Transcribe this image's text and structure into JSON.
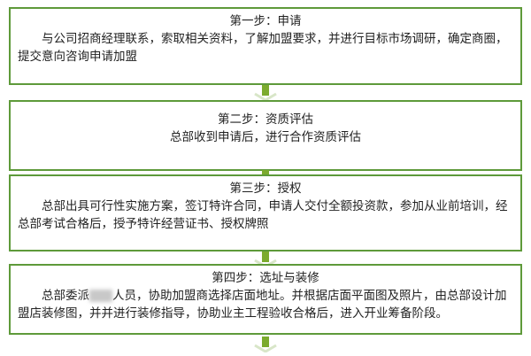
{
  "steps": [
    {
      "title": "第一步：申请",
      "body": "与公司招商经理联系，索取相关资料，了解加盟要求，并进行目标市场调研，确定商圈，提交意向咨询申请加盟"
    },
    {
      "title": "第二步：资质评估",
      "body": "总部收到申请后，进行合作资质评估"
    },
    {
      "title": "第三步：授权",
      "body": "总部出具可行性实施方案，签订特许合同，申请人交付全额投资款，参加从业前培训，经总部考试合格后，授予特许经营证书、授权牌照"
    },
    {
      "title": "第四步：选址与装修",
      "body_pre": "总部委派",
      "body_post": "人员，协助加盟商选择店面地址。并根据店面平面图及照片，由总部设计加盟店装修图，并并进行装修指导，协助业主工程验收合格后，进入开业筹备阶段。"
    }
  ],
  "colors": {
    "border": "#5e9a3a",
    "arrow": "#7cab2e",
    "chevron": "#d8e6c8"
  }
}
